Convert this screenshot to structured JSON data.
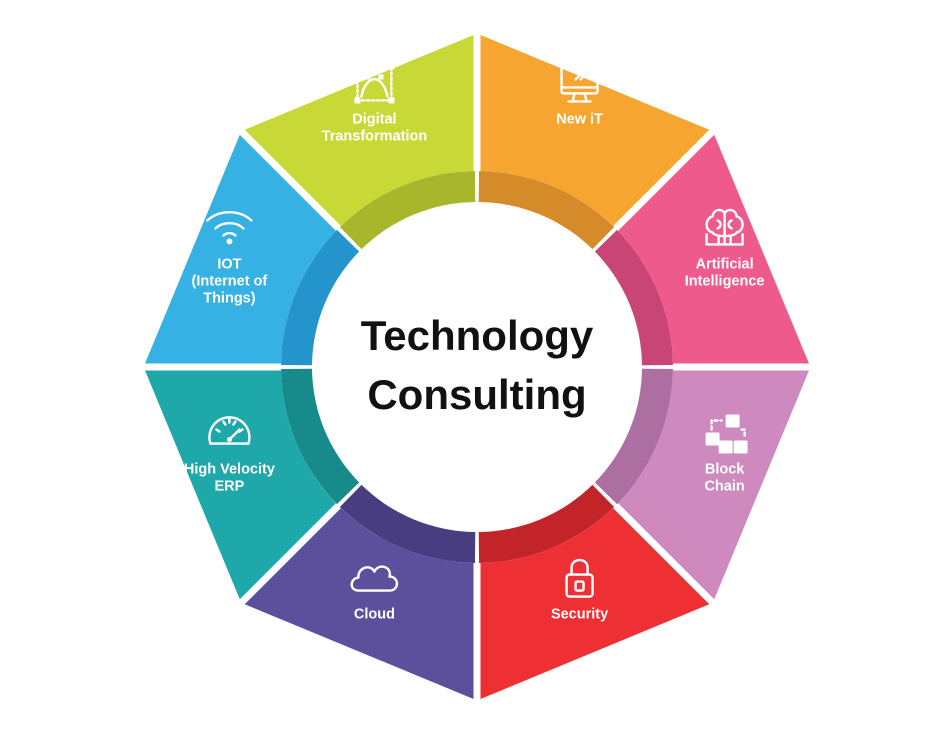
{
  "center": {
    "line1": "Technology",
    "line2": "Consulting"
  },
  "segments": [
    {
      "lines": [
        "New iT"
      ],
      "color": "#F7A531",
      "inner": "#D58B2A",
      "icon": "monitor-icon"
    },
    {
      "lines": [
        "Artificial",
        "Intelligence"
      ],
      "color": "#EF5A8C",
      "inner": "#C94674",
      "icon": "brain-chip-icon"
    },
    {
      "lines": [
        "Block",
        "Chain"
      ],
      "color": "#CE89BF",
      "inner": "#AD6FA1",
      "icon": "blockchain-cubes-icon"
    },
    {
      "lines": [
        "Security"
      ],
      "color": "#EE3035",
      "inner": "#C3242A",
      "icon": "padlock-icon"
    },
    {
      "lines": [
        "Cloud"
      ],
      "color": "#5C4F9C",
      "inner": "#483D80",
      "icon": "cloud-icon"
    },
    {
      "lines": [
        "High Velocity",
        "ERP"
      ],
      "color": "#1FA8A9",
      "inner": "#178A8B",
      "icon": "speedometer-icon"
    },
    {
      "lines": [
        "IOT",
        "(Internet of",
        "Things)"
      ],
      "color": "#35B1E4",
      "inner": "#2494CC",
      "icon": "wifi-icon"
    },
    {
      "lines": [
        "Digital",
        "Transformation"
      ],
      "color": "#C8D836",
      "inner": "#A8B62C",
      "icon": "bezier-frame-icon"
    }
  ]
}
